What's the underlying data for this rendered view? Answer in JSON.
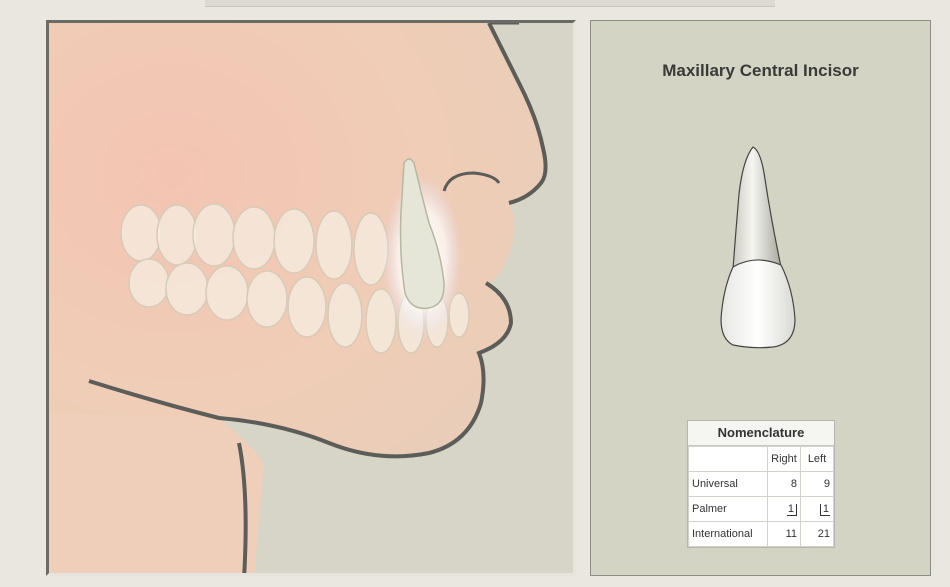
{
  "tooth": {
    "title": "Maxillary Central Incisor"
  },
  "nomenclature": {
    "heading": "Nomenclature",
    "columns": [
      "",
      "Right",
      "Left"
    ],
    "rows": [
      {
        "label": "Universal",
        "right": "8",
        "left": "9"
      },
      {
        "label": "Palmer",
        "right": "1",
        "left": "1"
      },
      {
        "label": "International",
        "right": "11",
        "left": "21"
      }
    ]
  },
  "colors": {
    "background": "#e9e7e0",
    "panel": "#d3d4c4",
    "skin": "#f1c9b5",
    "outline": "#5c5c58"
  }
}
